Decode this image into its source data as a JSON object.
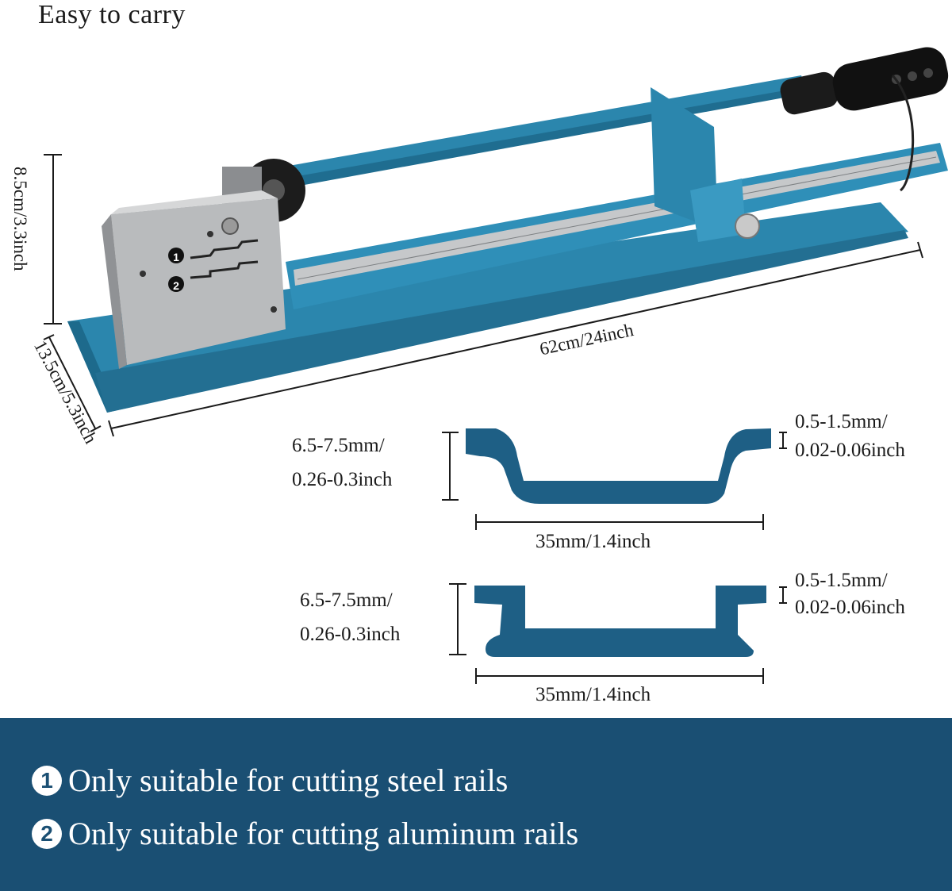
{
  "tagline": "Easy to carry",
  "dimensions": {
    "height": "8.5cm/3.3inch",
    "width": "13.5cm/5.3inch",
    "length": "62cm/24inch"
  },
  "die_markers": [
    "1",
    "2"
  ],
  "profiles": [
    {
      "name": "steel-rail",
      "height_mm": "6.5-7.5mm/",
      "height_inch": "0.26-0.3inch",
      "thickness_mm": "0.5-1.5mm/",
      "thickness_inch": "0.02-0.06inch",
      "width": "35mm/1.4inch"
    },
    {
      "name": "aluminum-rail",
      "height_mm": "6.5-7.5mm/",
      "height_inch": "0.26-0.3inch",
      "thickness_mm": "0.5-1.5mm/",
      "thickness_inch": "0.02-0.06inch",
      "width": "35mm/1.4inch"
    }
  ],
  "notes": [
    {
      "number": "1",
      "text": "Only suitable for cutting steel rails"
    },
    {
      "number": "2",
      "text": "Only suitable for cutting aluminum rails"
    }
  ],
  "colors": {
    "tool_blue": "#2b86ad",
    "profile_blue": "#1e5f85",
    "footer_bg": "#1a4f73",
    "steel": "#b9bbbd"
  }
}
